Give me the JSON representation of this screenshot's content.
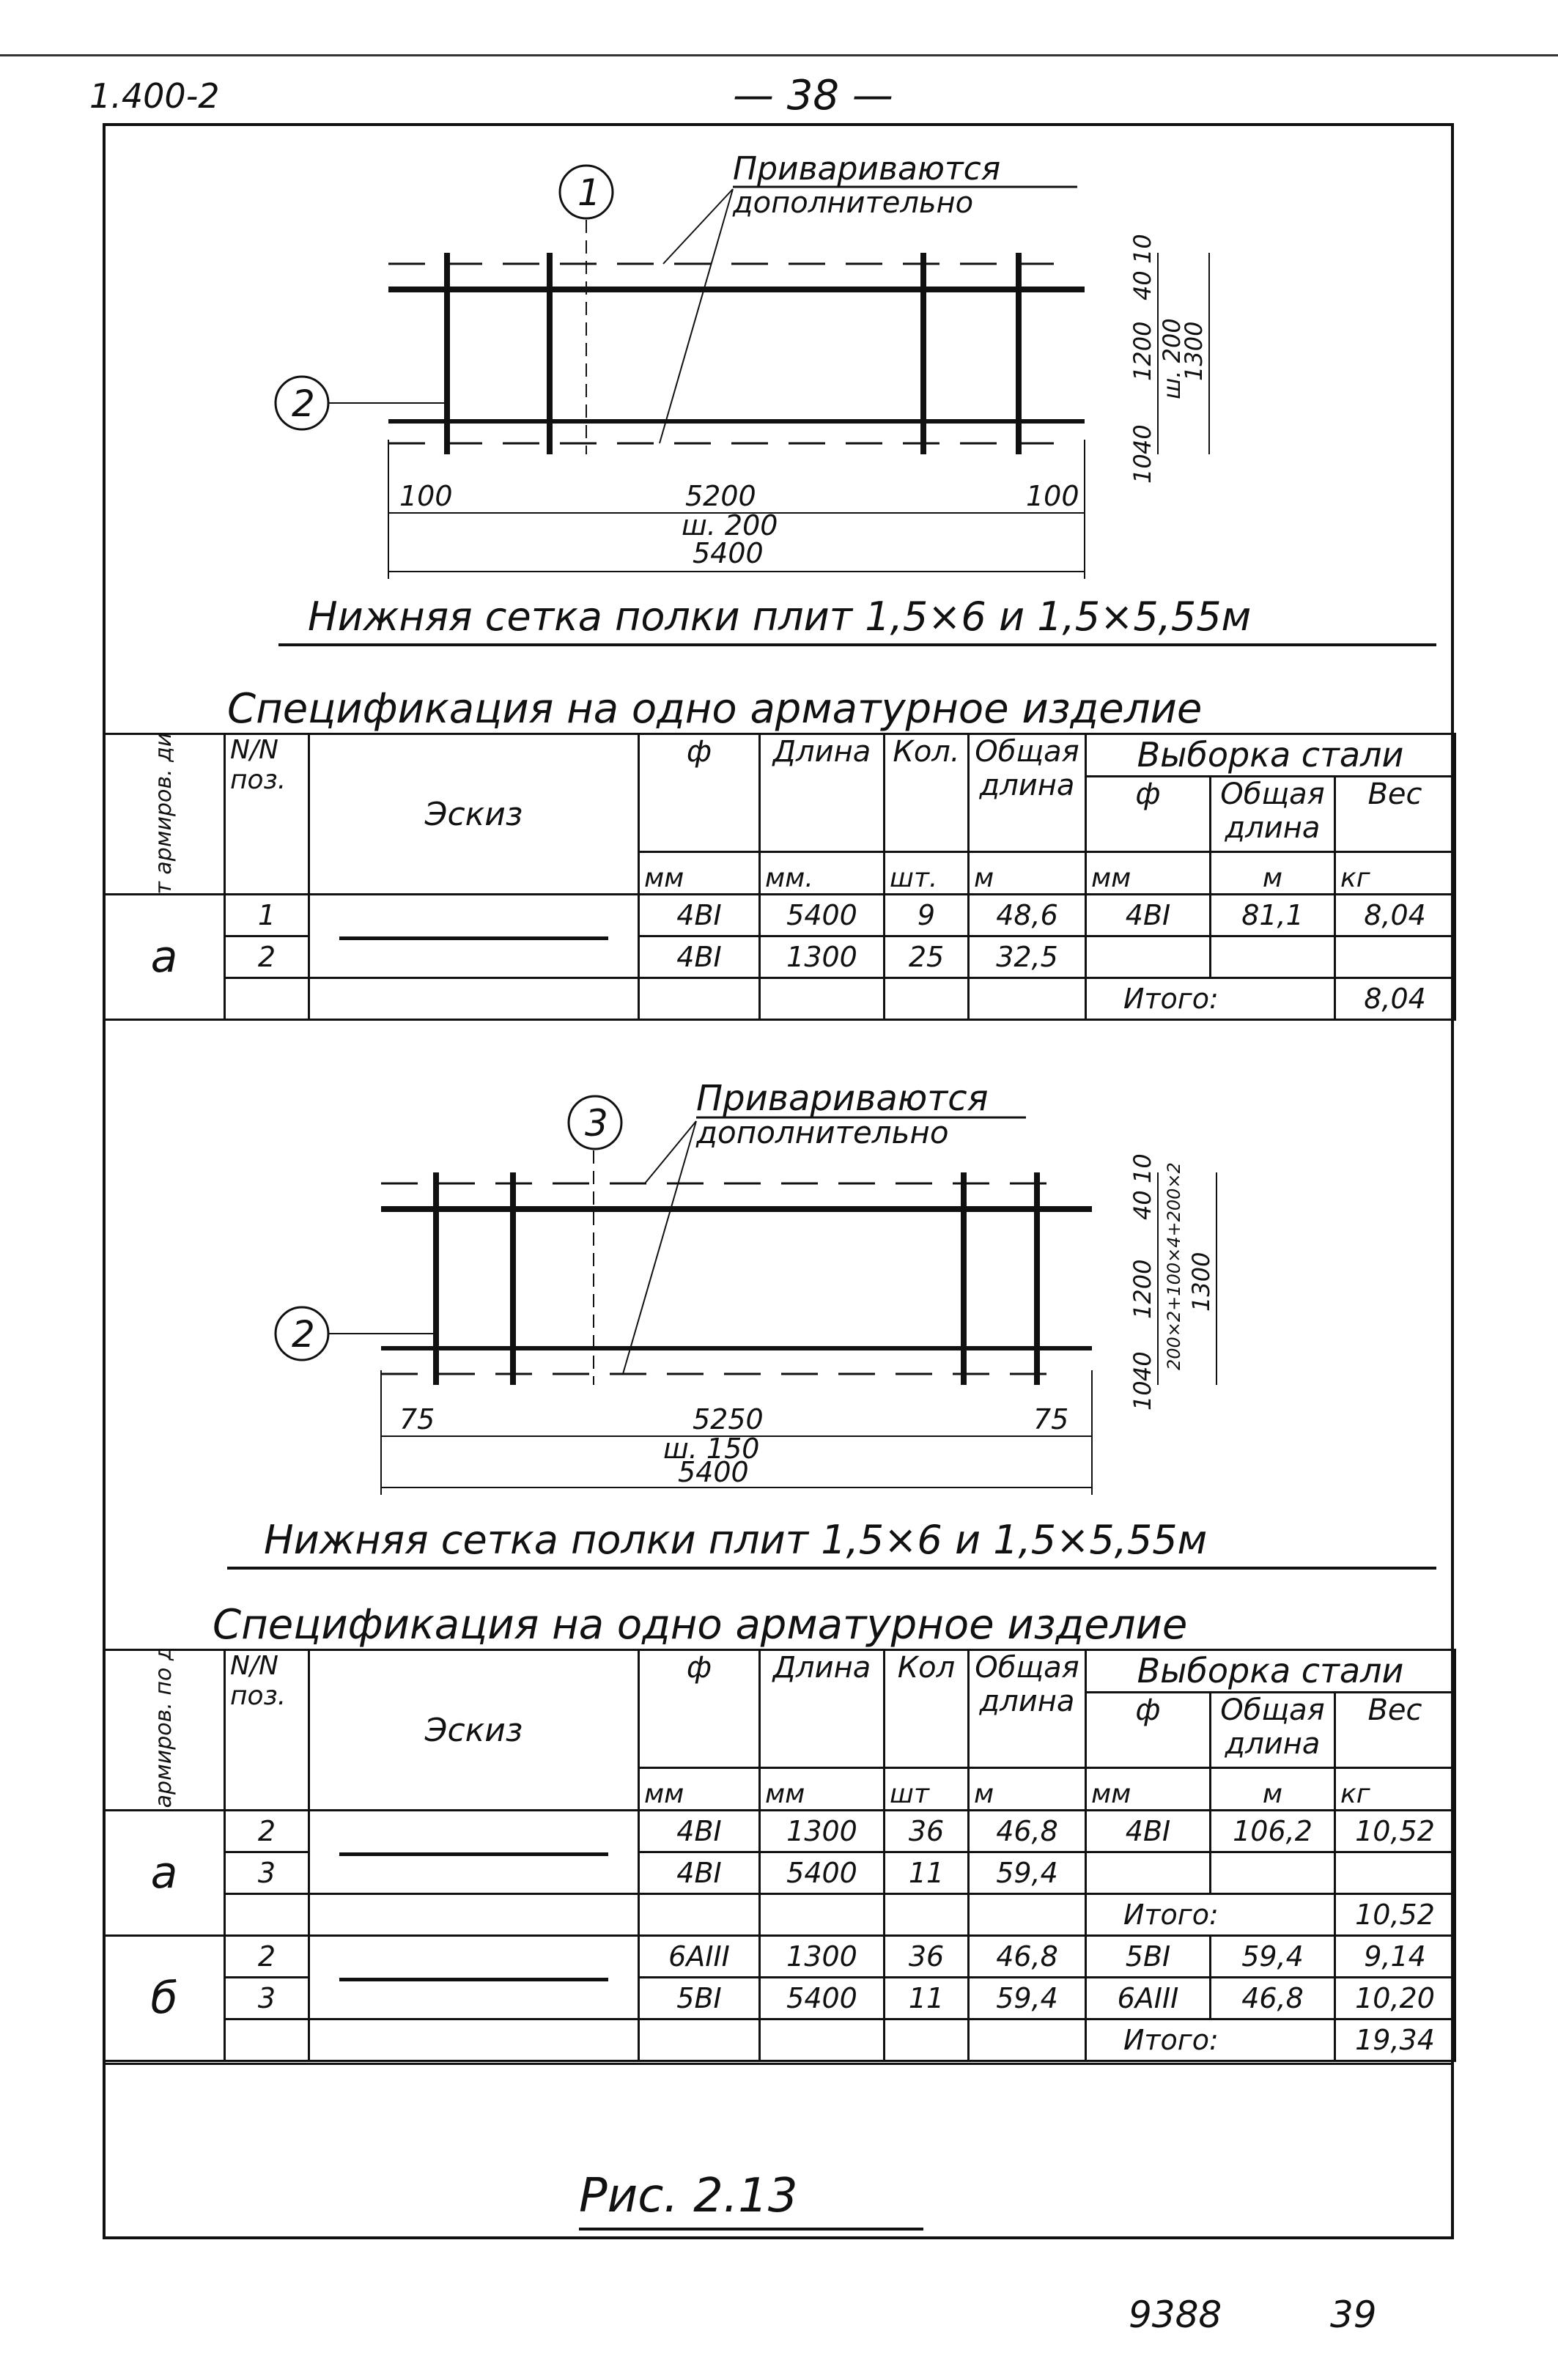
{
  "header": {
    "doc_code": "1.400-2",
    "page": "— 38 —"
  },
  "drawing_top": {
    "callout_1": "1",
    "callout_2": "2",
    "note_line1": "Привариваются",
    "note_line2": "дополнительно",
    "dim_left_100": "100",
    "dim_span": "5200",
    "dim_step": "ш. 200",
    "dim_total": "5400",
    "dim_right_100": "100",
    "dim_v_10_top": "10",
    "dim_v_40_top": "40",
    "dim_v_1200": "1200",
    "dim_v_step": "ш. 200",
    "dim_v_1300": "1300",
    "dim_v_40_bottom": "40",
    "dim_v_10_bottom": "10",
    "title": "Нижняя сетка полки плит 1,5×6 и 1,5×5,55м"
  },
  "spec1": {
    "title": "Спецификация на одно арматурное изделие",
    "col_variant": "Вариант армиров. диаметру",
    "col_pos": "N/N поз.",
    "col_sketch": "Эскиз",
    "col_d": "ф",
    "col_length": "Длина",
    "col_qty": "Кол.",
    "col_total": "Общая длина",
    "col_sel": "Выборка стали",
    "col_sel_d": "ф",
    "col_sel_total": "Общая длина",
    "col_weight": "Вес",
    "unit_mm": "мм",
    "unit_mm2": "мм.",
    "unit_pcs": "шт.",
    "unit_m": "м",
    "unit_mm3": "мм",
    "unit_m2": "м",
    "unit_kg": "кг",
    "variant_a": "а",
    "rows": [
      {
        "pos": "1",
        "d": "4BI",
        "len": "5400",
        "qty": "9",
        "total": "48,6",
        "sel_d": "4BI",
        "sel_total": "81,1",
        "weight": "8,04"
      },
      {
        "pos": "2",
        "d": "4BI",
        "len": "1300",
        "qty": "25",
        "total": "32,5",
        "sel_d": "",
        "sel_total": "",
        "weight": ""
      }
    ],
    "itogo": "Итого:",
    "itogo_val": "8,04"
  },
  "drawing_mid": {
    "callout_3": "3",
    "callout_2": "2",
    "note_line1": "Привариваются",
    "note_line2": "дополнительно",
    "dim_left_75": "75",
    "dim_span": "5250",
    "dim_step": "ш. 150",
    "dim_total": "5400",
    "dim_right_75": "75",
    "dim_v_10_top": "10",
    "dim_v_40_top": "40",
    "dim_v_1200": "1200",
    "dim_v_step": "200×2+100×4+200×2",
    "dim_v_1300": "1300",
    "dim_v_40_bottom": "40",
    "dim_v_10_bottom": "10",
    "title": "Нижняя сетка полки плит 1,5×6 и 1,5×5,55м"
  },
  "spec2": {
    "title": "Спецификация на одно арматурное изделие",
    "col_variant": "Вариант армиров. по диаметру",
    "col_pos": "N/N поз.",
    "col_sketch": "Эскиз",
    "col_d": "ф",
    "col_length": "Длина",
    "col_qty": "Кол",
    "col_total": "Общая длина",
    "col_sel": "Выборка стали",
    "col_sel_d": "ф",
    "col_sel_total": "Общая длина",
    "col_weight": "Вес",
    "unit_mm": "мм",
    "unit_mm2": "мм",
    "unit_pcs": "шт",
    "unit_m": "м",
    "unit_mm3": "мм",
    "unit_m2": "м",
    "unit_kg": "кг",
    "variant_a": "а",
    "variant_b": "б",
    "rows_a": [
      {
        "pos": "2",
        "d": "4BI",
        "len": "1300",
        "qty": "36",
        "total": "46,8",
        "sel_d": "4BI",
        "sel_total": "106,2",
        "weight": "10,52"
      },
      {
        "pos": "3",
        "d": "4BI",
        "len": "5400",
        "qty": "11",
        "total": "59,4",
        "sel_d": "",
        "sel_total": "",
        "weight": ""
      }
    ],
    "itogo_a": "Итого:",
    "itogo_a_val": "10,52",
    "rows_b": [
      {
        "pos": "2",
        "d": "6AIII",
        "len": "1300",
        "qty": "36",
        "total": "46,8",
        "sel_d": "5BI",
        "sel_total": "59,4",
        "weight": "9,14"
      },
      {
        "pos": "3",
        "d": "5BI",
        "len": "5400",
        "qty": "11",
        "total": "59,4",
        "sel_d": "6AIII",
        "sel_total": "46,8",
        "weight": "10,20"
      }
    ],
    "itogo_b": "Итого:",
    "itogo_b_val": "19,34"
  },
  "caption": "Рис. 2.13",
  "footer": {
    "num": "9388",
    "page": "39"
  }
}
